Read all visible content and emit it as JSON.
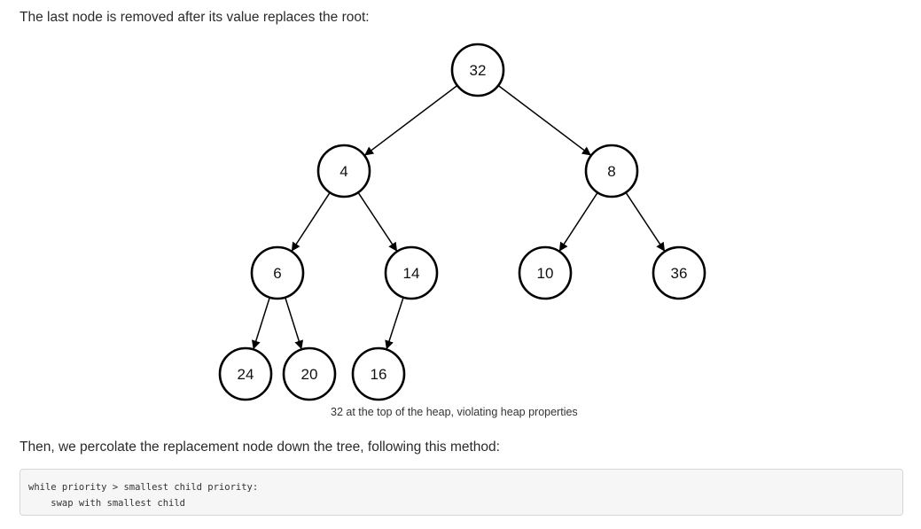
{
  "intro_text": "The last node is removed after its value replaces the root:",
  "tree": {
    "nodes": [
      {
        "id": "n32",
        "label": "32"
      },
      {
        "id": "n4",
        "label": "4"
      },
      {
        "id": "n8",
        "label": "8"
      },
      {
        "id": "n6",
        "label": "6"
      },
      {
        "id": "n14",
        "label": "14"
      },
      {
        "id": "n10",
        "label": "10"
      },
      {
        "id": "n36",
        "label": "36"
      },
      {
        "id": "n24",
        "label": "24"
      },
      {
        "id": "n20",
        "label": "20"
      },
      {
        "id": "n16",
        "label": "16"
      }
    ],
    "edges": [
      {
        "from": "n32",
        "to": "n4"
      },
      {
        "from": "n32",
        "to": "n8"
      },
      {
        "from": "n4",
        "to": "n6"
      },
      {
        "from": "n4",
        "to": "n14"
      },
      {
        "from": "n8",
        "to": "n10"
      },
      {
        "from": "n8",
        "to": "n36"
      },
      {
        "from": "n6",
        "to": "n24"
      },
      {
        "from": "n6",
        "to": "n20"
      },
      {
        "from": "n14",
        "to": "n16"
      }
    ]
  },
  "caption": "32 at the top of the heap, violating heap properties",
  "method_text": "Then, we percolate the replacement node down the tree, following this method:",
  "code": {
    "lines": [
      "while priority > smallest child priority:",
      "    swap with smallest child"
    ]
  }
}
